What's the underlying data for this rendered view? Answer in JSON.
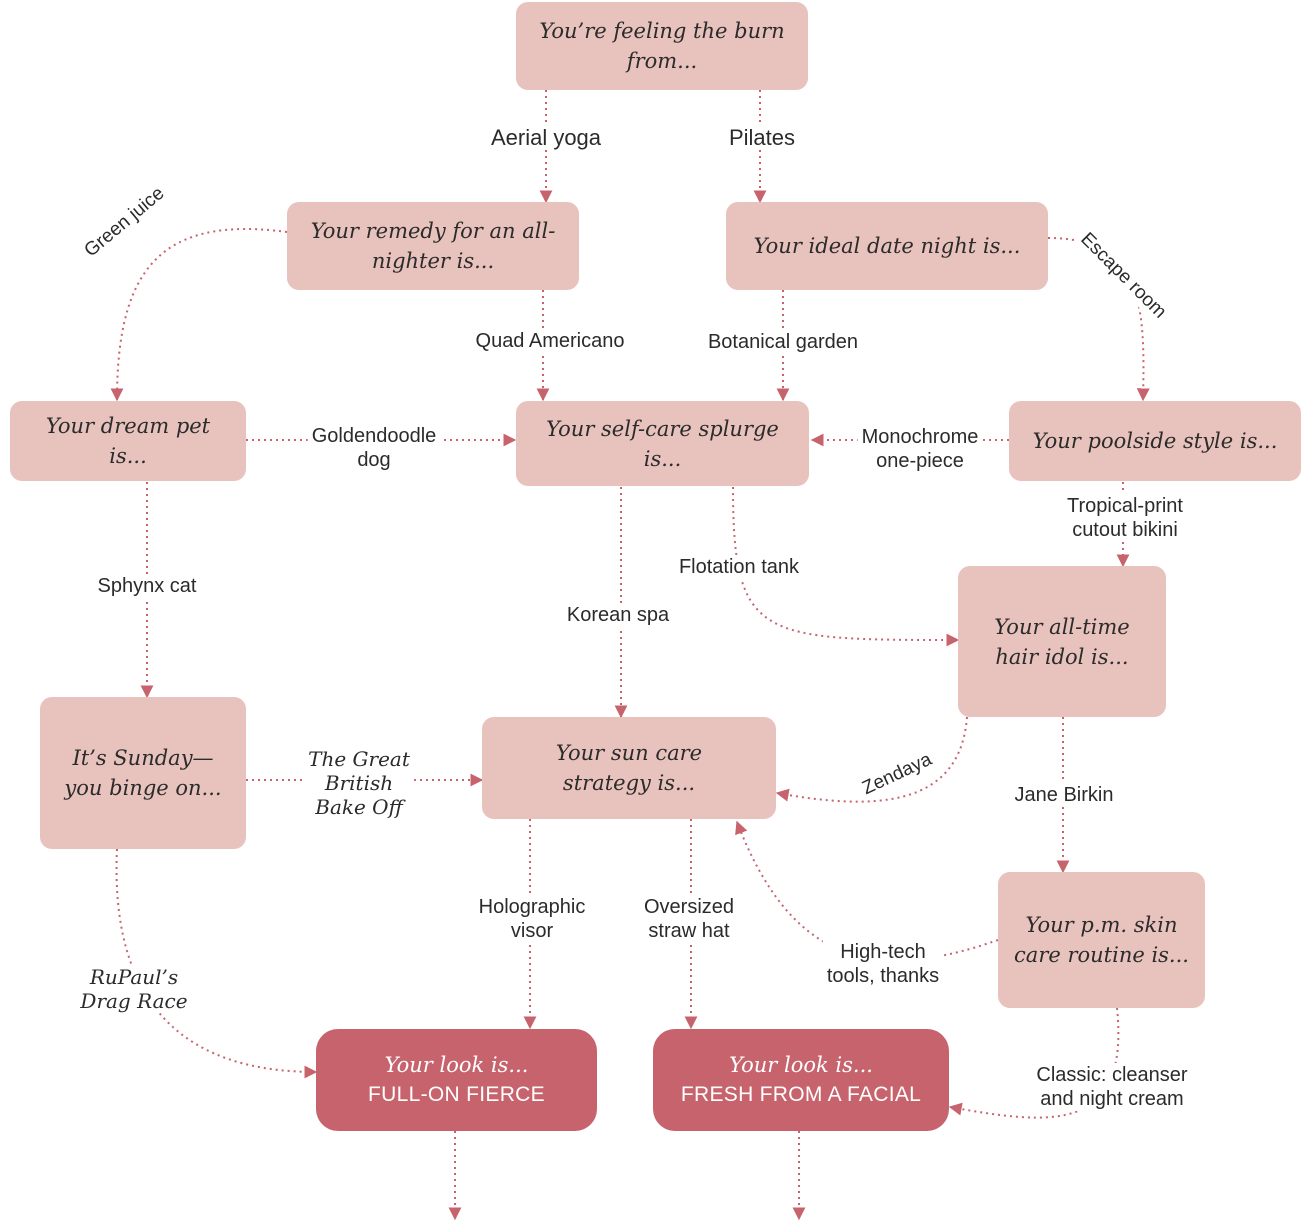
{
  "nodes": {
    "start": "You’re feeling the burn from...",
    "remedy": "Your remedy for an all-nighter is...",
    "date_night": "Your ideal date night is...",
    "dream_pet": "Your dream pet is...",
    "self_care": "Your self-care splurge is...",
    "poolside": "Your poolside style is...",
    "hair_idol": "Your all-time hair idol is...",
    "sunday": "It’s Sunday—you binge on...",
    "sun_care": "Your sun care strategy is...",
    "pm_skin": "Your p.m. skin care routine is..."
  },
  "results": {
    "fierce": {
      "intro": "Your look is...",
      "title": "FULL-ON FIERCE"
    },
    "facial": {
      "intro": "Your look is...",
      "title": "FRESH FROM A FACIAL"
    }
  },
  "edges": {
    "aerial_yoga": "Aerial yoga",
    "pilates": "Pilates",
    "green_juice": "Green juice",
    "quad_americano": "Quad Americano",
    "botanical_garden": "Botanical garden",
    "escape_room": "Escape room",
    "goldendoodle": "Goldendoodle\ndog",
    "monochrome": "Monochrome\none-piece",
    "tropical_bikini": "Tropical-print cutout bikini",
    "sphynx_cat": "Sphynx cat",
    "flotation_tank": "Flotation tank",
    "korean_spa": "Korean spa",
    "bake_off": "The Great\nBritish\nBake Off",
    "zendaya": "Zendaya",
    "jane_birkin": "Jane Birkin",
    "rupaul": "RuPaul’s\nDrag Race",
    "holographic_visor": "Holographic\nvisor",
    "straw_hat": "Oversized\nstraw hat",
    "high_tech": "High-tech\ntools, thanks",
    "classic": "Classic: cleanser\nand night cream"
  },
  "colors": {
    "node_fill": "#e8c2bc",
    "result_fill": "#c7636d",
    "connector": "#c7636d",
    "text": "#2b2b2b"
  }
}
